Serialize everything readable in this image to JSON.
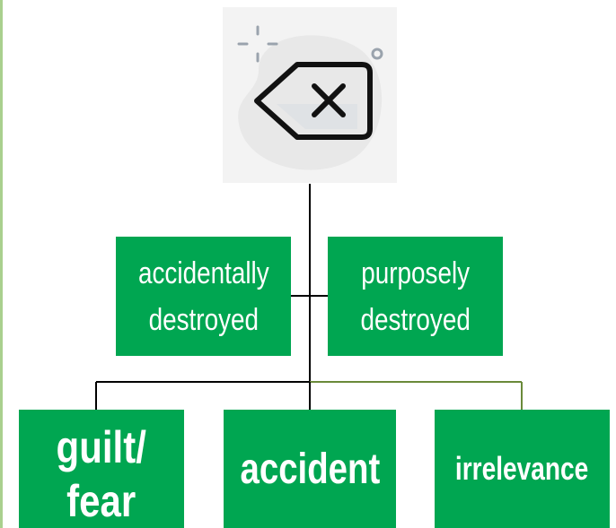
{
  "root": {
    "icon": "backspace-delete-icon"
  },
  "level1": {
    "accidentally": [
      "accidentally",
      "destroyed"
    ],
    "purposely": [
      "purposely",
      "destroyed"
    ]
  },
  "level2": {
    "guilt": [
      "guilt/",
      "fear"
    ],
    "accident": "accident",
    "irrelevance": "irrelevance"
  },
  "colors": {
    "box_fill": "#00a651",
    "box_text": "#ffffff",
    "connector": "#000000",
    "connector_alt": "#6a8a3a",
    "accent_rule": "#a9d08e",
    "tile_bg": "#f3f3f3"
  }
}
